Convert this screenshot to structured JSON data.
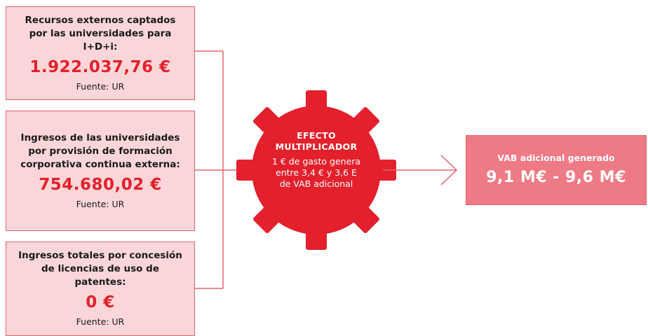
{
  "sources": [
    {
      "title": "Recursos externos captados por las universidades para I+D+i:",
      "value": "1.922.037,76 €",
      "source": "Fuente: UR"
    },
    {
      "title": "Ingresos de las universidades por provisión de formación corporativa continua externa:",
      "value": "754.680,02 €",
      "source": "Fuente: UR"
    },
    {
      "title": "Ingresos totales por concesión de licencias de uso de patentes:",
      "value": "0 €",
      "source": "Fuente: UR"
    }
  ],
  "multiplier": {
    "title_line1": "EFECTO",
    "title_line2": "MULTIPLICADOR",
    "desc_line1": "1 € de gasto genera",
    "desc_line2": "entre 3,4 € y 3,6 E",
    "desc_line3": "de VAB adicional"
  },
  "result": {
    "label": "VAB adicional generado",
    "value": "9,1 M€ - 9,6 M€"
  },
  "colors": {
    "accent_red": "#e3202c",
    "box_fill": "#fbd6d8",
    "box_border": "#e5646d",
    "result_fill": "#ee7a85"
  }
}
